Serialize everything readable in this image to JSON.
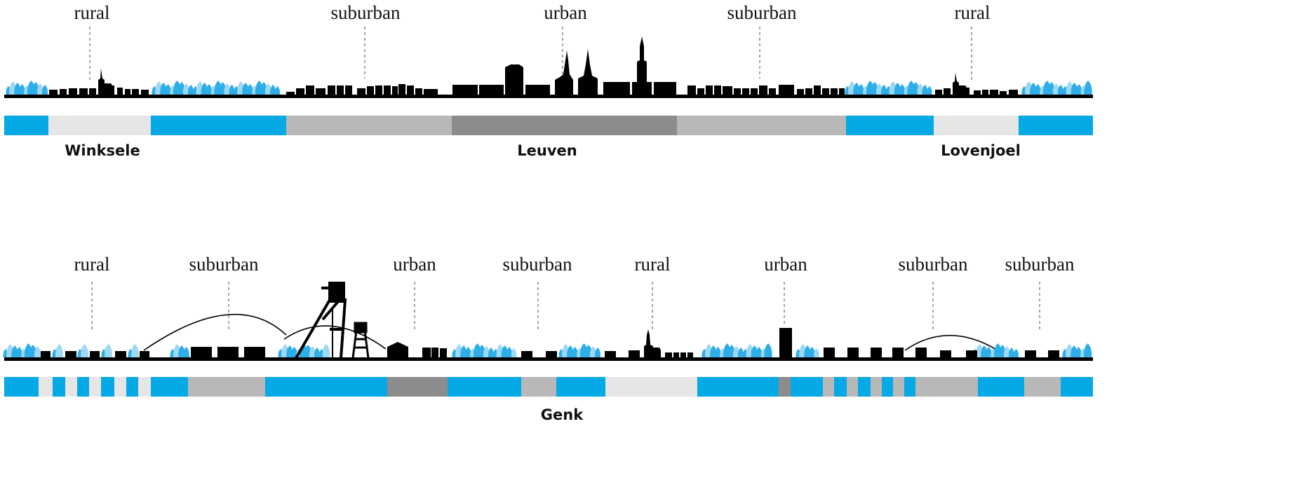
{
  "colors": {
    "rural": "#e6e6e6",
    "suburban": "#b8b8b8",
    "urban": "#8c8c8c",
    "open_space": "#05a9e6",
    "tree_dark": "#2eaee8",
    "tree_light": "#9fd8f2",
    "buildings": "#000000"
  },
  "top_strip": {
    "zone_labels": [
      "rural",
      "suburban",
      "urban",
      "suburban",
      "rural"
    ],
    "place_names": [
      "Winksele",
      "Leuven",
      "Lovenjoel"
    ],
    "bar_segments": [
      "open_space",
      "rural",
      "open_space",
      "suburban",
      "urban",
      "suburban",
      "open_space",
      "rural",
      "open_space"
    ]
  },
  "bottom_strip": {
    "zone_labels": [
      "rural",
      "suburban",
      "urban",
      "suburban",
      "rural",
      "urban",
      "suburban",
      "suburban"
    ],
    "place_names": [
      "Genk"
    ],
    "bar_segments": [
      "open_space",
      "rural",
      "open_space",
      "rural",
      "open_space",
      "rural",
      "open_space",
      "rural",
      "open_space",
      "rural",
      "open_space",
      "suburban",
      "open_space",
      "urban",
      "open_space",
      "suburban",
      "open_space",
      "rural",
      "open_space",
      "urban",
      "open_space",
      "suburban",
      "open_space",
      "suburban",
      "open_space",
      "suburban",
      "open_space",
      "suburban",
      "open_space",
      "suburban",
      "open_space",
      "suburban",
      "open_space"
    ]
  }
}
